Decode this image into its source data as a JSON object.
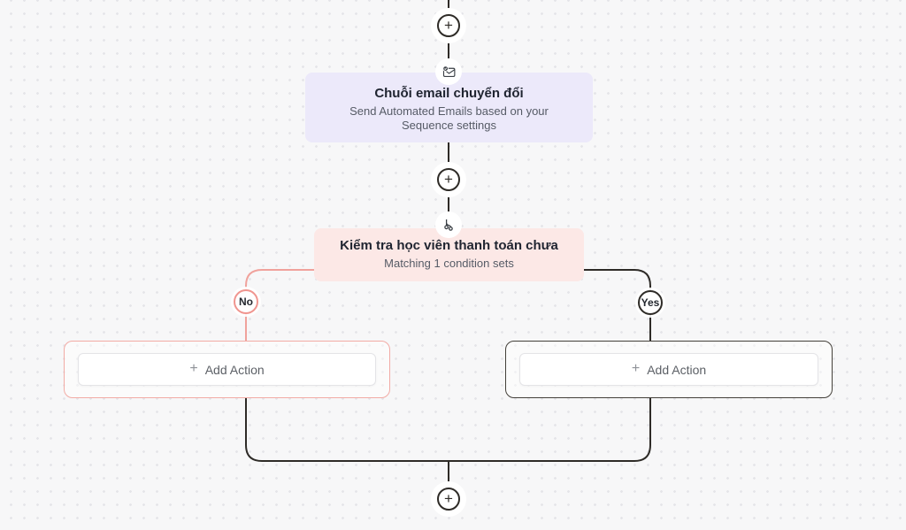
{
  "canvas": {
    "background": "#f7f7f8",
    "colors": {
      "connector_dark": "#2e2b27",
      "connector_pink": "#f0a29c",
      "email_card_bg": "#ece9fa",
      "condition_card_bg": "#fce8e6",
      "card_title_text": "#1f2430",
      "card_subtitle_text": "#565b66",
      "no_badge_border": "#f0958f",
      "yes_badge_border": "#2e2b27",
      "left_action_border": "#f2aba5",
      "right_action_border": "#44403a"
    }
  },
  "nodes": {
    "email_sequence": {
      "title": "Chuỗi email chuyển đổi",
      "subtitle": "Send Automated Emails based on your Sequence settings",
      "icon": "email-check-icon"
    },
    "condition": {
      "title": "Kiểm tra học viên thanh toán chưa",
      "subtitle": "Matching 1 condition sets",
      "icon": "branch-icon"
    }
  },
  "branches": {
    "no_label": "No",
    "yes_label": "Yes"
  },
  "actions": {
    "plus_glyph": "+",
    "left": {
      "label": "Add Action"
    },
    "right": {
      "label": "Add Action"
    }
  },
  "add_step": {
    "glyph": "+"
  }
}
